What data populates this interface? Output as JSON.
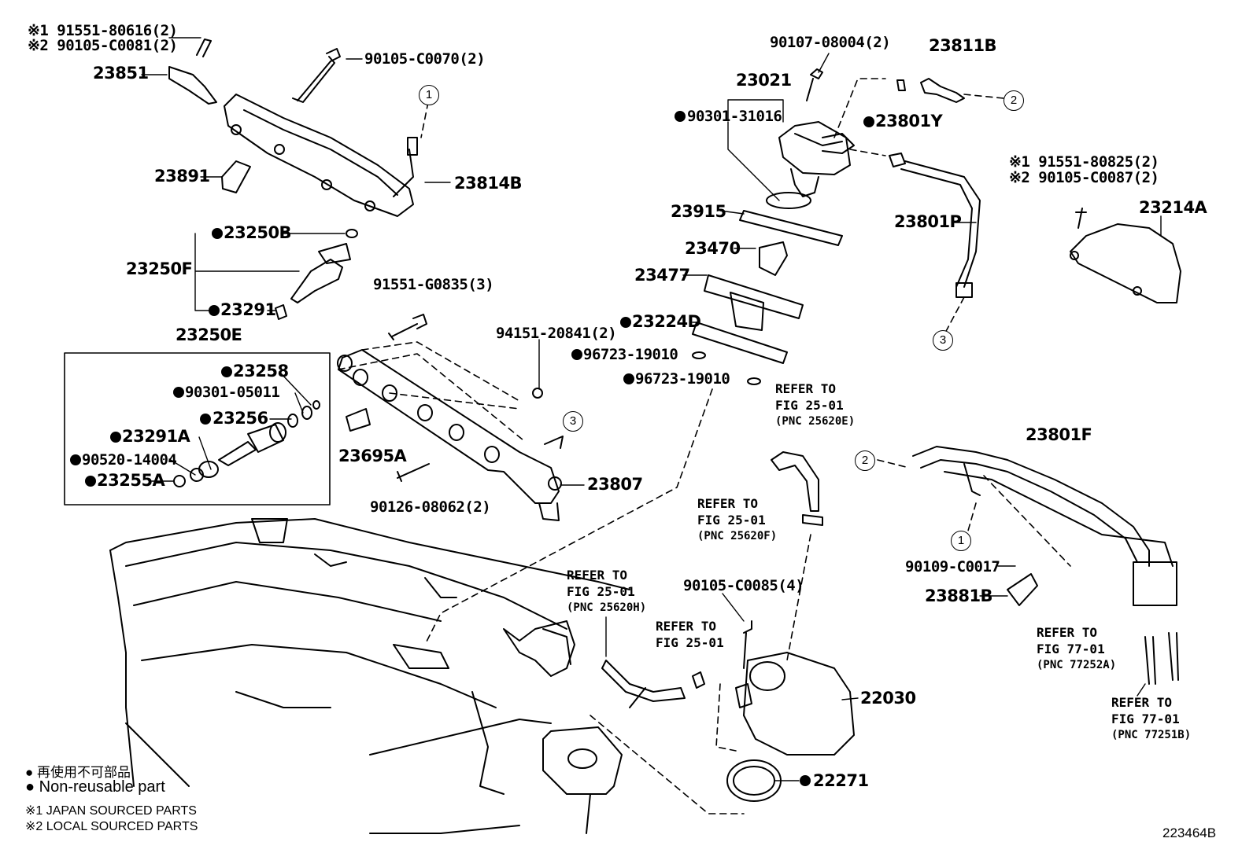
{
  "labels": {
    "p23851": "23851",
    "p90105_c0070": "90105-C0070(2)",
    "p23891": "23891",
    "p23814b": "23814B",
    "p23250b": "23250B",
    "p23250f": "23250F",
    "p23291": "23291",
    "p23250e": "23250E",
    "p23258": "23258",
    "p90301_05011": "90301-05011",
    "p23256": "23256",
    "p23291a": "23291A",
    "p90520_14004": "90520-14004",
    "p23255a": "23255A",
    "p91551_g0835": "91551-G0835(3)",
    "p94151_20841": "94151-20841(2)",
    "p23695a": "23695A",
    "p90126_08062": "90126-08062(2)",
    "p23807": "23807",
    "p90107_08004": "90107-08004(2)",
    "p23811b": "23811B",
    "p23021": "23021",
    "p90301_31016": "90301-31016",
    "p23801y": "23801Y",
    "p23915": "23915",
    "p23470": "23470",
    "p23477": "23477",
    "p23224d": "23224D",
    "p96723_a": "96723-19010",
    "p96723_b": "96723-19010",
    "p23801p": "23801P",
    "p23214a": "23214A",
    "p23801f": "23801F",
    "p90109_c0017": "90109-C0017",
    "p23881b": "23881B",
    "p90105_c0085": "90105-C0085(4)",
    "p22030": "22030",
    "p22271": "22271"
  },
  "source_notes": {
    "top_left_1": "※1 91551-80616(2)",
    "top_left_2": "※2 90105-C0081(2)",
    "right_1": "※1 91551-80825(2)",
    "right_2": "※2 90105-C0087(2)"
  },
  "refs": {
    "r1": {
      "l1": "REFER TO",
      "l2": "FIG 25-01",
      "l3": "(PNC 25620E)"
    },
    "r2": {
      "l1": "REFER TO",
      "l2": "FIG 25-01",
      "l3": "(PNC 25620F)"
    },
    "r3": {
      "l1": "REFER TO",
      "l2": "FIG 25-01",
      "l3": "(PNC 25620H)"
    },
    "r4": {
      "l1": "REFER TO",
      "l2": "FIG 25-01"
    },
    "r5": {
      "l1": "REFER TO",
      "l2": "FIG 77-01",
      "l3": "(PNC 77252A)"
    },
    "r6": {
      "l1": "REFER TO",
      "l2": "FIG 77-01",
      "l3": "(PNC 77251B)"
    }
  },
  "callouts": {
    "c1": "1",
    "c2": "2",
    "c3": "3"
  },
  "legend": {
    "jp": "再使用不可部品",
    "en": "Non-reusable part",
    "japan": "※1  JAPAN SOURCED PARTS",
    "local": "※2  LOCAL SOURCED PARTS"
  },
  "figure_id": "223464B"
}
